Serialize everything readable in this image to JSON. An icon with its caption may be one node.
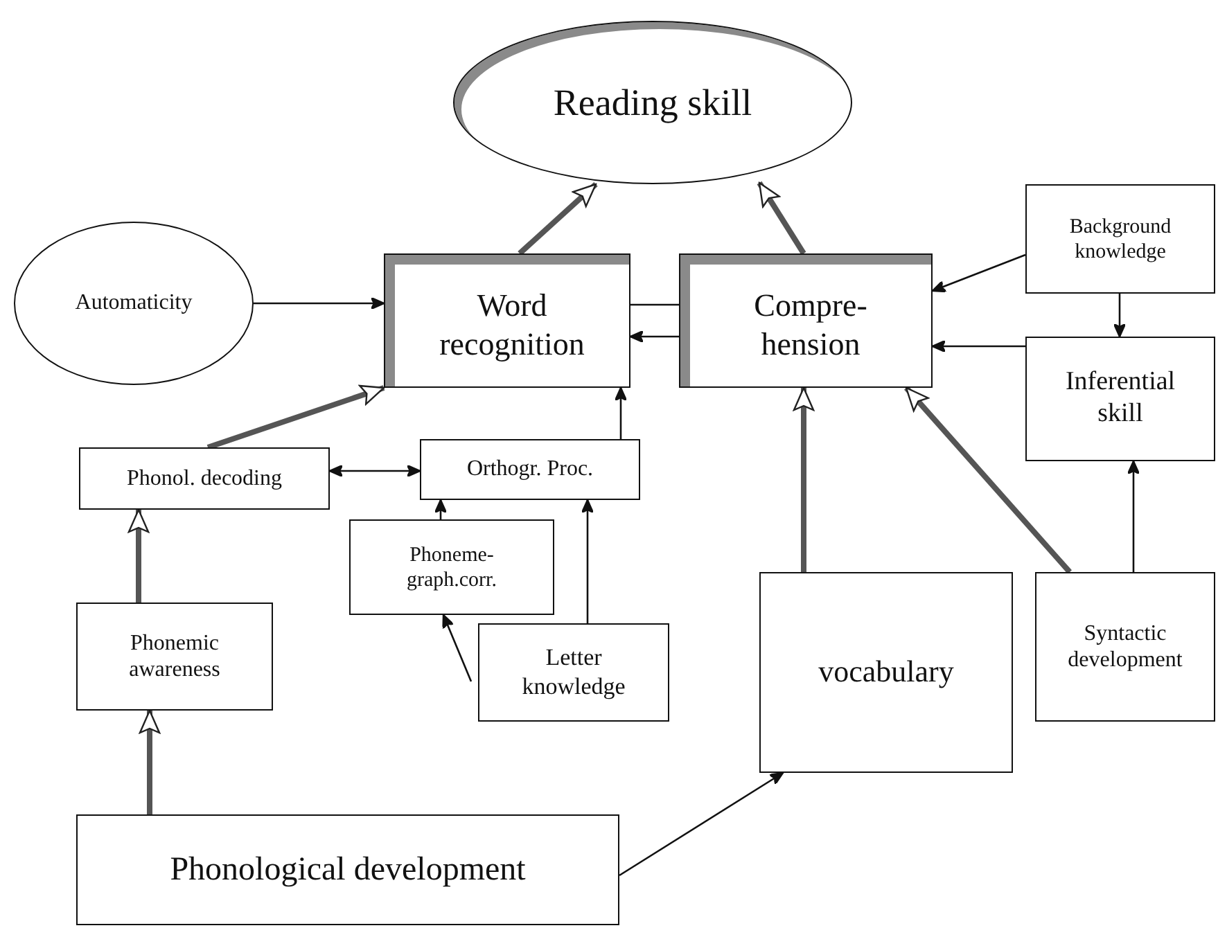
{
  "diagram": {
    "nodes": [
      {
        "text": [
          "Reading skill"
        ]
      },
      {
        "text": [
          "Automaticity"
        ]
      },
      {
        "text": [
          "Word recognition"
        ]
      },
      {
        "text": [
          "Compre- hension"
        ]
      },
      {
        "text": [
          "Background knowledge"
        ]
      },
      {
        "text": [
          "Inferential skill"
        ]
      },
      {
        "text": [
          "Phonol. decoding"
        ]
      },
      {
        "text": [
          "Orthogr. Proc."
        ]
      },
      {
        "text": [
          "Phoneme- graph.corr."
        ]
      },
      {
        "text": [
          "Phonemic awareness"
        ]
      },
      {
        "text": [
          "Letter knowledge"
        ]
      },
      {
        "text": [
          "vocabulary"
        ]
      },
      {
        "text": [
          "Syntactic development"
        ]
      },
      {
        "text": [
          "Phonological development"
        ]
      }
    ],
    "edges": [
      {
        "from": 2,
        "to": 0,
        "arrow": "to",
        "style": "thick"
      },
      {
        "from": 3,
        "to": 0,
        "arrow": "to",
        "style": "thick"
      },
      {
        "from": 1,
        "to": 2,
        "arrow": "to"
      },
      {
        "from": 2,
        "to": 3,
        "arrow": "none"
      },
      {
        "from": 3,
        "to": 2,
        "arrow": "to"
      },
      {
        "from": 4,
        "to": 3,
        "arrow": "to"
      },
      {
        "from": 4,
        "to": 5,
        "arrow": "to"
      },
      {
        "from": 5,
        "to": 3,
        "arrow": "to"
      },
      {
        "from": 6,
        "to": 2,
        "arrow": "to",
        "style": "thick"
      },
      {
        "from": 7,
        "to": 2,
        "arrow": "to"
      },
      {
        "from": 6,
        "to": 7,
        "arrow": "both"
      },
      {
        "from": 8,
        "to": 7,
        "arrow": "to"
      },
      {
        "from": 10,
        "to": 7,
        "arrow": "to"
      },
      {
        "from": 10,
        "to": 8,
        "arrow": "to"
      },
      {
        "from": 9,
        "to": 6,
        "arrow": "to",
        "style": "thick"
      },
      {
        "from": 13,
        "to": 9,
        "arrow": "to",
        "style": "thick"
      },
      {
        "from": 13,
        "to": 11,
        "arrow": "to"
      },
      {
        "from": 11,
        "to": 3,
        "arrow": "to",
        "style": "thick"
      },
      {
        "from": 12,
        "to": 3,
        "arrow": "to",
        "style": "thick"
      },
      {
        "from": 12,
        "to": 5,
        "arrow": "to"
      }
    ]
  }
}
